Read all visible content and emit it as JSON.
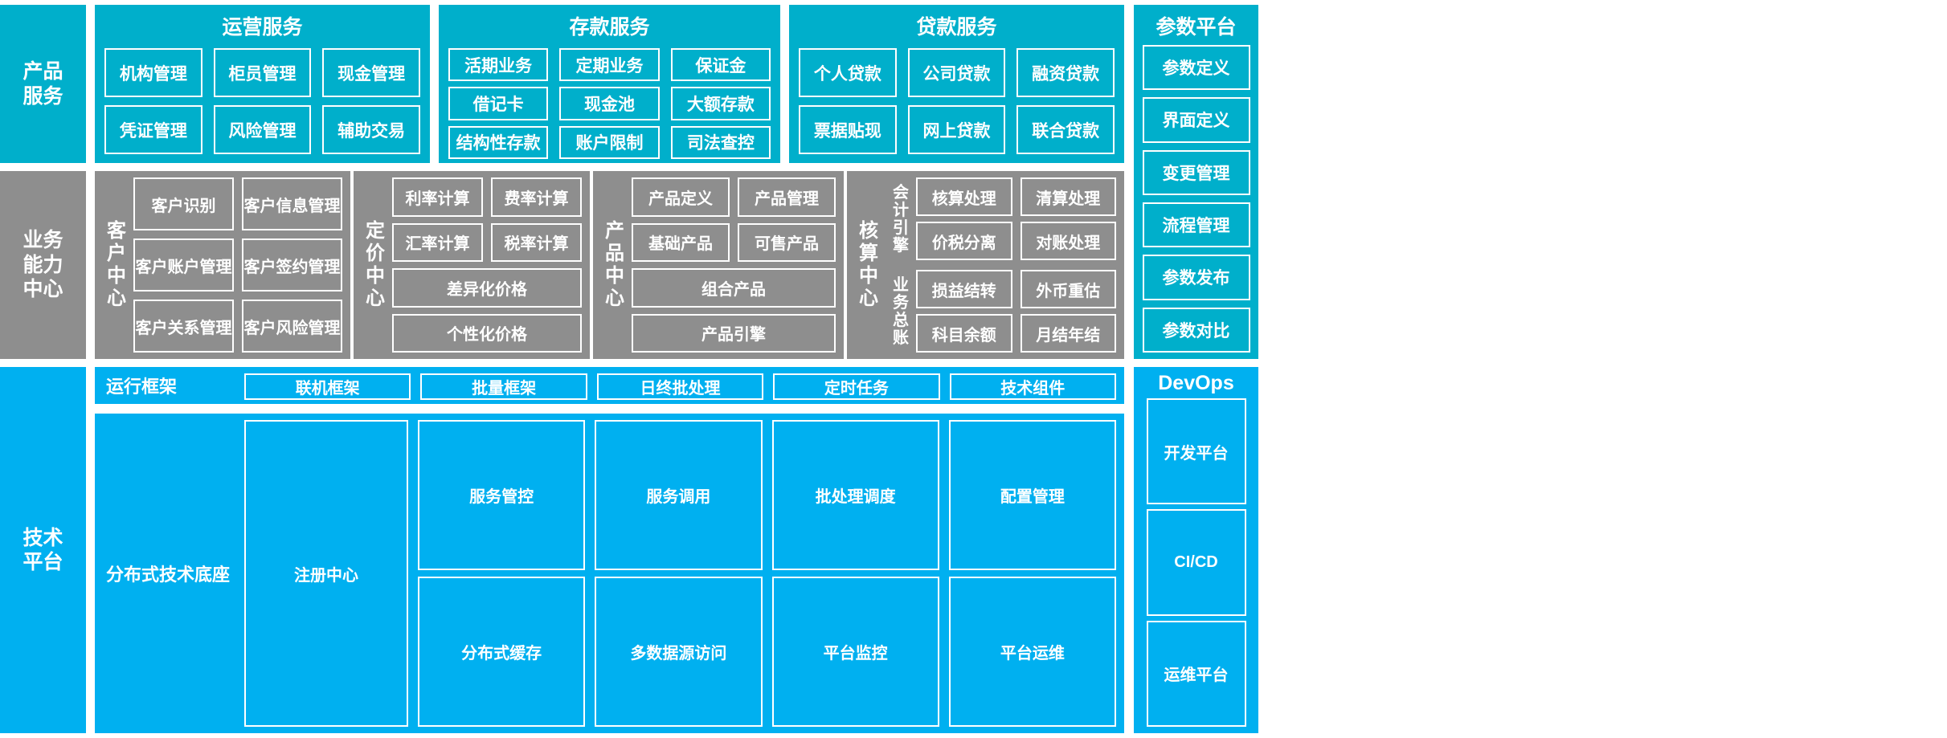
{
  "colors": {
    "teal": "#00AFCB",
    "gray": "#8E8E8E",
    "light_blue": "#00B0F0",
    "box_border": "#FFFFFF",
    "text": "#FFFFFF"
  },
  "rows": {
    "product_services": {
      "label_line1": "产品",
      "label_line2": "服务"
    },
    "business_capability": {
      "label_line1": "业务",
      "label_line2": "能力",
      "label_line3": "中心"
    },
    "technical_platform": {
      "label_line1": "技术",
      "label_line2": "平台"
    }
  },
  "product_services": {
    "groups": [
      {
        "title": "运营服务",
        "items": [
          "机构管理",
          "柜员管理",
          "现金管理",
          "凭证管理",
          "风险管理",
          "辅助交易"
        ]
      },
      {
        "title": "存款服务",
        "items": [
          "活期业务",
          "定期业务",
          "保证金",
          "借记卡",
          "现金池",
          "大额存款",
          "结构性存款",
          "账户限制",
          "司法查控"
        ]
      },
      {
        "title": "贷款服务",
        "items": [
          "个人贷款",
          "公司贷款",
          "融资贷款",
          "票据贴现",
          "网上贷款",
          "联合贷款"
        ]
      }
    ]
  },
  "param_platform": {
    "title": "参数平台",
    "items": [
      "参数定义",
      "界面定义",
      "变更管理",
      "流程管理",
      "参数发布",
      "参数对比"
    ]
  },
  "business_capability": {
    "centers": [
      {
        "name": "客户中心",
        "name_chars": [
          "客",
          "户",
          "中",
          "心"
        ],
        "items": [
          "客户识别",
          "客户信息管理",
          "客户账户管理",
          "客户签约管理",
          "客户关系管理",
          "客户风险管理"
        ]
      },
      {
        "name": "定价中心",
        "name_chars": [
          "定",
          "价",
          "中",
          "心"
        ],
        "items": [
          "利率计算",
          "费率计算",
          "汇率计算",
          "税率计算"
        ],
        "wide_items": [
          "差异化价格",
          "个性化价格"
        ]
      },
      {
        "name": "产品中心",
        "name_chars": [
          "产",
          "品",
          "中",
          "心"
        ],
        "items": [
          "产品定义",
          "产品管理",
          "基础产品",
          "可售产品"
        ],
        "wide_items": [
          "组合产品",
          "产品引擎"
        ]
      },
      {
        "name": "核算中心",
        "name_chars": [
          "核",
          "算",
          "中",
          "心"
        ],
        "sub_blocks": [
          {
            "name": "会计引擎",
            "name_chars": [
              "会",
              "计",
              "引",
              "擎"
            ],
            "items": [
              "核算处理",
              "清算处理",
              "价税分离",
              "对账处理"
            ]
          },
          {
            "name": "业务总账",
            "name_chars": [
              "业",
              "务",
              "总",
              "账"
            ],
            "items": [
              "损益结转",
              "外币重估",
              "科目余额",
              "月结年结"
            ]
          }
        ]
      }
    ]
  },
  "technical_platform": {
    "bands": [
      {
        "label": "运行框架",
        "items": [
          "联机框架",
          "批量框架",
          "日终批处理",
          "定时任务",
          "技术组件"
        ]
      },
      {
        "label": "分布式技术底座",
        "anchor_item": "注册中心",
        "items": [
          "服务管控",
          "服务调用",
          "批处理调度",
          "配置管理",
          "分布式缓存",
          "多数据源访问",
          "平台监控",
          "平台运维"
        ]
      }
    ]
  },
  "devops": {
    "title": "DevOps",
    "items": [
      "开发平台",
      "CI/CD",
      "运维平台"
    ]
  }
}
